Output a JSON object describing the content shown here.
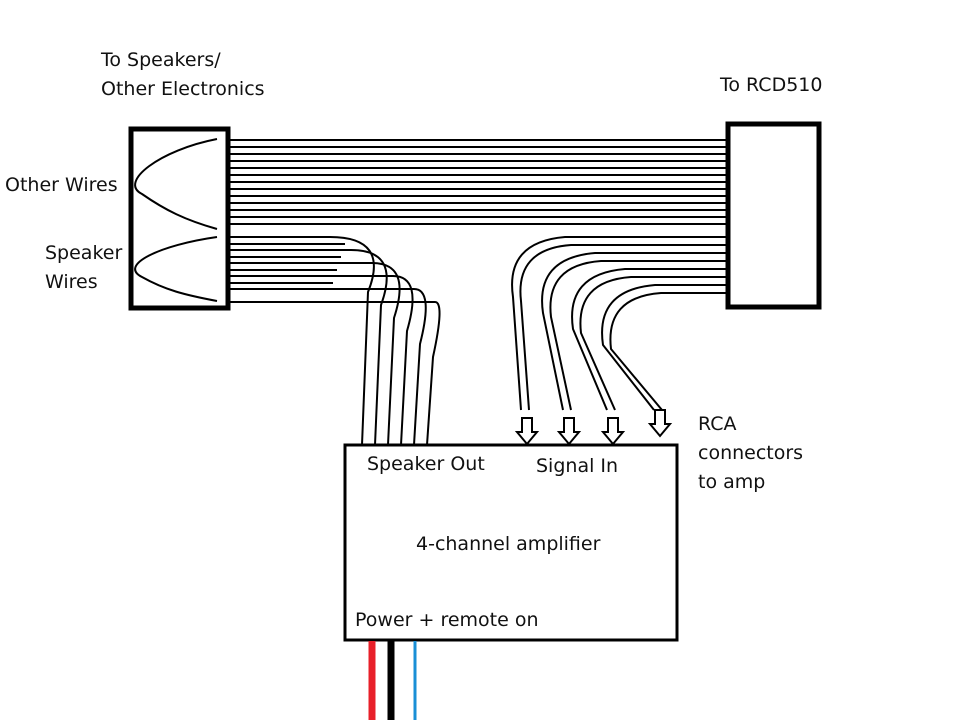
{
  "labels": {
    "to_speakers_line1": "To Speakers/",
    "to_speakers_line2": "Other Electronics",
    "to_rcd510": "To RCD510",
    "other_wires": "Other Wires",
    "speaker_wires_line1": "Speaker",
    "speaker_wires_line2": "Wires",
    "speaker_out": "Speaker Out",
    "signal_in": "Signal In",
    "rca_line1": "RCA",
    "rca_line2": "connectors",
    "rca_line3": "to amp",
    "amplifier": "4-channel amplifier",
    "power": "Power + remote on"
  },
  "colors": {
    "outline": "#000000",
    "power_positive": "#e8202a",
    "ground": "#000000",
    "remote": "#1a8fd6"
  }
}
